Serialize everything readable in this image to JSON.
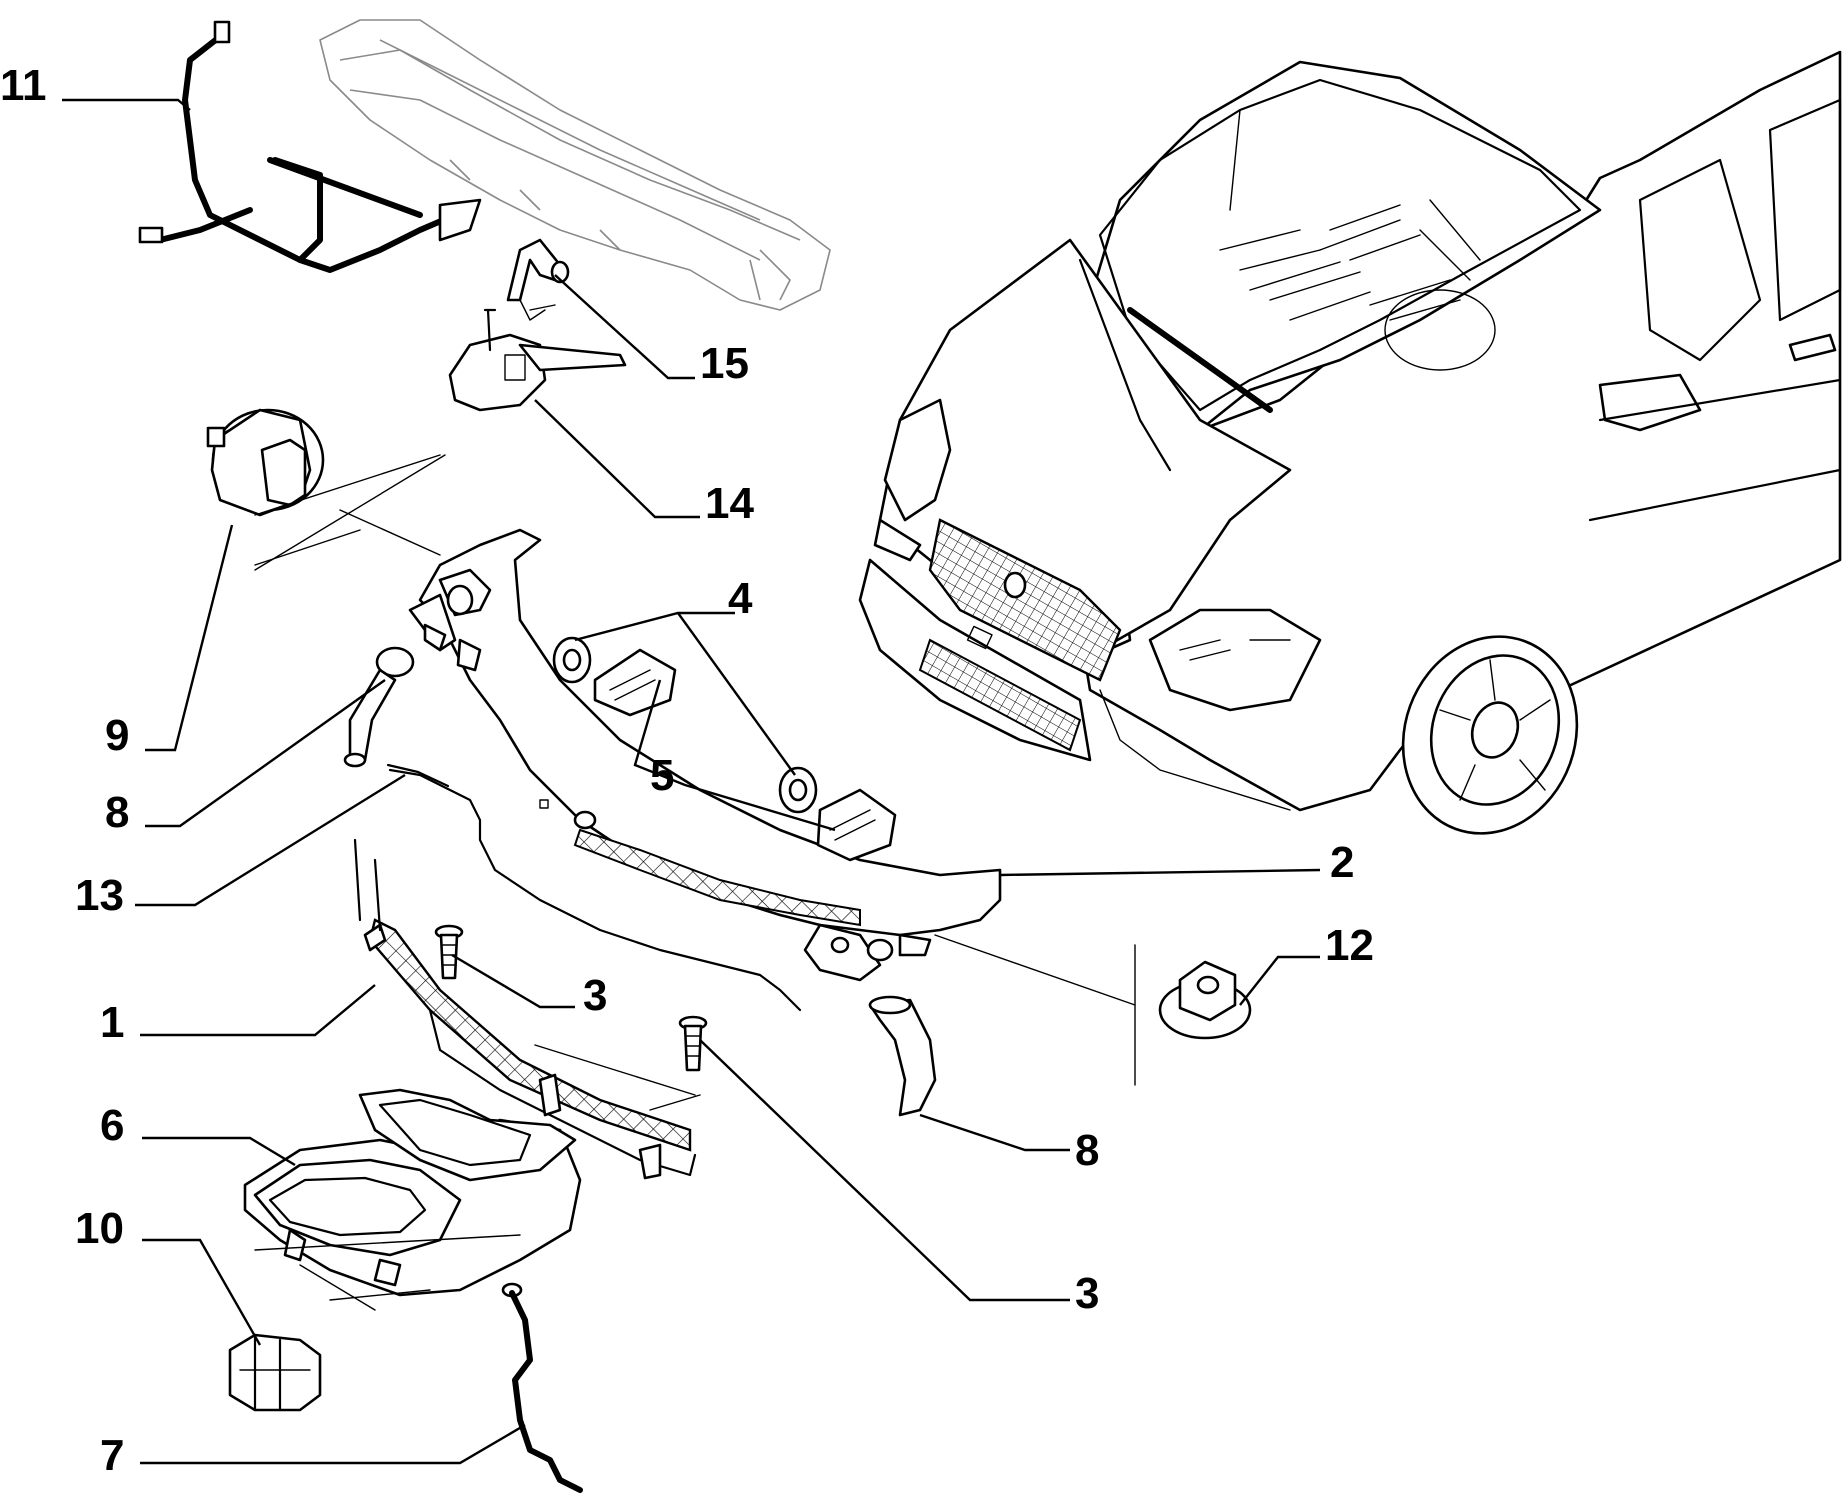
{
  "callouts": [
    {
      "id": "c11",
      "label": "11"
    },
    {
      "id": "c15",
      "label": "15"
    },
    {
      "id": "c14",
      "label": "14"
    },
    {
      "id": "c9",
      "label": "9"
    },
    {
      "id": "c4",
      "label": "4"
    },
    {
      "id": "c5",
      "label": "5"
    },
    {
      "id": "c8a",
      "label": "8"
    },
    {
      "id": "c2",
      "label": "2"
    },
    {
      "id": "c13",
      "label": "13"
    },
    {
      "id": "c12",
      "label": "12"
    },
    {
      "id": "c3a",
      "label": "3"
    },
    {
      "id": "c1",
      "label": "1"
    },
    {
      "id": "c8b",
      "label": "8"
    },
    {
      "id": "c6",
      "label": "6"
    },
    {
      "id": "c10",
      "label": "10"
    },
    {
      "id": "c3b",
      "label": "3"
    },
    {
      "id": "c7",
      "label": "7"
    }
  ]
}
